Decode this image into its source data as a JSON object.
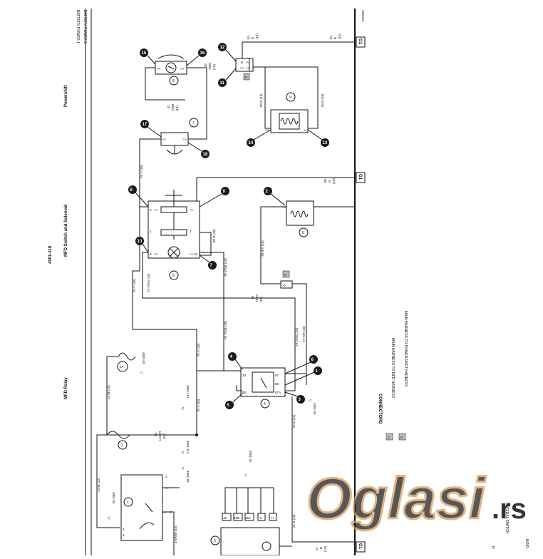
{
  "page_number": "4001-119",
  "drawing_id": "SM1132",
  "sections": {
    "mfd_relay": "MFD Relay",
    "mfd_switch_solenoid": "MFD Switch and Solenoid",
    "powershift": "Powershift"
  },
  "power_labels": [
    "BATTERY POWER 1",
    "BATTERY POWER 2"
  ],
  "ground_label": "G1",
  "connectors_legend": {
    "title": "CONNECTORS",
    "items": [
      {
        "key": "C",
        "text": "MAIN HARNESS TO MFD HARNESS"
      },
      {
        "key": "D",
        "text": "MAIN HARNESS TO POWERSHIFT HARNESS"
      }
    ]
  },
  "bottom_text": [
    "H",
    "H PEDAL SWITCH",
    "NOID"
  ],
  "refs": {
    "r4001_93": "4001-93",
    "r4001_111": "4001-111",
    "r4001_31": "4001-31",
    "r2a": "2A"
  },
  "wires": {
    "w13w_12": "13 W (12)",
    "w13w_16": "13 W (16)",
    "w68": "68",
    "w68b": "LG/BR",
    "w68c": "(15)",
    "w75y_16a": "75 Y (16)",
    "w75y_16b": "75 Y (16)",
    "w75y_18": "75 Y (18)",
    "w75y_16c": "75 Y (16)",
    "w79ydg_18": "79 Y/DG (18)",
    "w79ydg_18b": "79 Y/DG (18)",
    "w79a": "79",
    "w79b": "Y/DG",
    "w79c": "(18)",
    "w76ydb_18": "76 Y/DB (18)",
    "w76ydb_18b": "76 Y/DB (18)",
    "w78by": "78 B/Y (16)",
    "w77yr": "77 Y/R (18)",
    "w80b_18": "80 B (18)",
    "w80a": "80",
    "w80b": "B",
    "w80c": "(18)",
    "w27b_18": "27 B (18)",
    "w27b_18b": "27 B (18)",
    "w27a": "27",
    "w27b": "B",
    "w27c": "(18)",
    "w3brw": "3 BR/W (10)",
    "w81a": "81",
    "w81b": "Y/BR",
    "w81c": "(18)",
    "w82a": "82",
    "w82b": "Y/BR",
    "w82c": "(16)",
    "w83r": "83 R (18)",
    "w84b_18": "84 B (18)",
    "w84a": "84",
    "w84b": "B",
    "w84c": "(16)",
    "w84d": "84",
    "w84e": "B",
    "w84f": "(16)"
  },
  "pins": {
    "p1": "1",
    "p2": "2",
    "p3": "3",
    "p4": "4",
    "p5": "5",
    "p6": "6",
    "p9": "9",
    "p10": "10",
    "p11": "11",
    "p12": "12",
    "pA": "A",
    "pB": "B",
    "pD": "D",
    "p30": "30",
    "p85": "85",
    "p86": "86",
    "p87": "87",
    "p87a": "87A",
    "p16": "16",
    "p16b": "16B",
    "p16a": "16A",
    "pH": "H",
    "pC": "C"
  },
  "badges": {
    "b1": "1",
    "b2": "2",
    "b3": "3",
    "b4": "4",
    "b5": "5",
    "b6": "6",
    "b7": "7",
    "b8": "8",
    "b9": "9",
    "b10": "10",
    "b11": "11",
    "b12": "12",
    "b13": "13",
    "b14": "14",
    "b15": "15",
    "b16": "16",
    "b17": "17",
    "b18": "18"
  },
  "components": {
    "c1": "1",
    "c2": "2",
    "c3": "3",
    "c4": "4",
    "c5": "5",
    "c6": "6",
    "c7": "7",
    "c8": "8",
    "c9": "9"
  },
  "watermark": {
    "text": "Oglasi",
    "suffix": ".rs"
  }
}
